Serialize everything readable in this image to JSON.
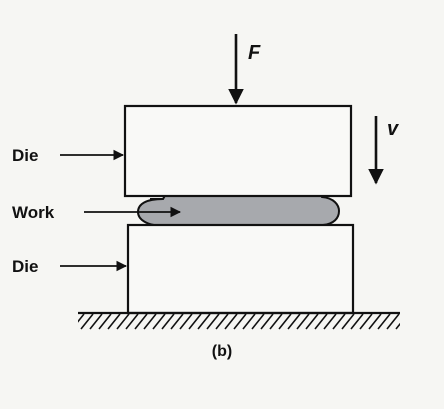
{
  "diagram": {
    "labels": {
      "force": "F",
      "velocity": "v",
      "upper_die": "Die",
      "work": "Work",
      "lower_die": "Die",
      "caption": "(b)"
    },
    "colors": {
      "line": "#111111",
      "work_fill": "#a7a9ad",
      "die_fill": "#f9f9f7"
    }
  }
}
